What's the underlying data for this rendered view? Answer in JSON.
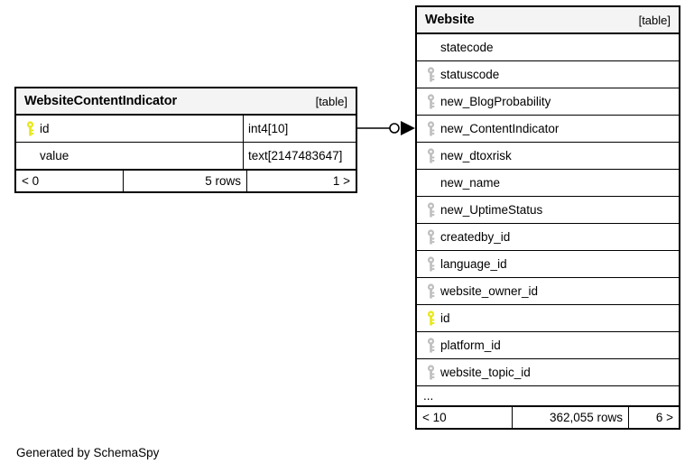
{
  "diagram": {
    "type": "entity-relationship-diagram",
    "generator_caption": "Generated by SchemaSpy",
    "table_tag": "[table]",
    "colors": {
      "primary_key_icon": "#e8e81c",
      "foreign_key_icon": "#bfbfbf",
      "header_background": "#f4f4f4",
      "border": "#000000",
      "background": "#ffffff"
    }
  },
  "tables": [
    {
      "name": "WebsiteContentIndicator",
      "tag": "[table]",
      "columns": [
        {
          "name": "id",
          "type": "int4[10]",
          "key": "primary"
        },
        {
          "name": "value",
          "type": "text[2147483647]",
          "key": "none"
        }
      ],
      "footer": {
        "left": "< 0",
        "middle": "5 rows",
        "right": "1 >"
      }
    },
    {
      "name": "Website",
      "tag": "[table]",
      "columns": [
        {
          "name": "statecode",
          "key": "none"
        },
        {
          "name": "statuscode",
          "key": "foreign"
        },
        {
          "name": "new_BlogProbability",
          "key": "foreign"
        },
        {
          "name": "new_ContentIndicator",
          "key": "foreign"
        },
        {
          "name": "new_dtoxrisk",
          "key": "foreign"
        },
        {
          "name": "new_name",
          "key": "none"
        },
        {
          "name": "new_UptimeStatus",
          "key": "foreign"
        },
        {
          "name": "createdby_id",
          "key": "foreign"
        },
        {
          "name": "language_id",
          "key": "foreign"
        },
        {
          "name": "website_owner_id",
          "key": "foreign"
        },
        {
          "name": "id",
          "key": "primary"
        },
        {
          "name": "platform_id",
          "key": "foreign"
        },
        {
          "name": "website_topic_id",
          "key": "foreign"
        }
      ],
      "more_indicator": "...",
      "footer": {
        "left": "< 10",
        "middle": "362,055 rows",
        "right": "6 >"
      }
    }
  ],
  "relationships": [
    {
      "from_table": "WebsiteContentIndicator",
      "from_column": "id",
      "to_table": "Website",
      "to_column": "new_ContentIndicator",
      "from_cardinality": "one",
      "to_cardinality": "zero-or-many"
    }
  ]
}
